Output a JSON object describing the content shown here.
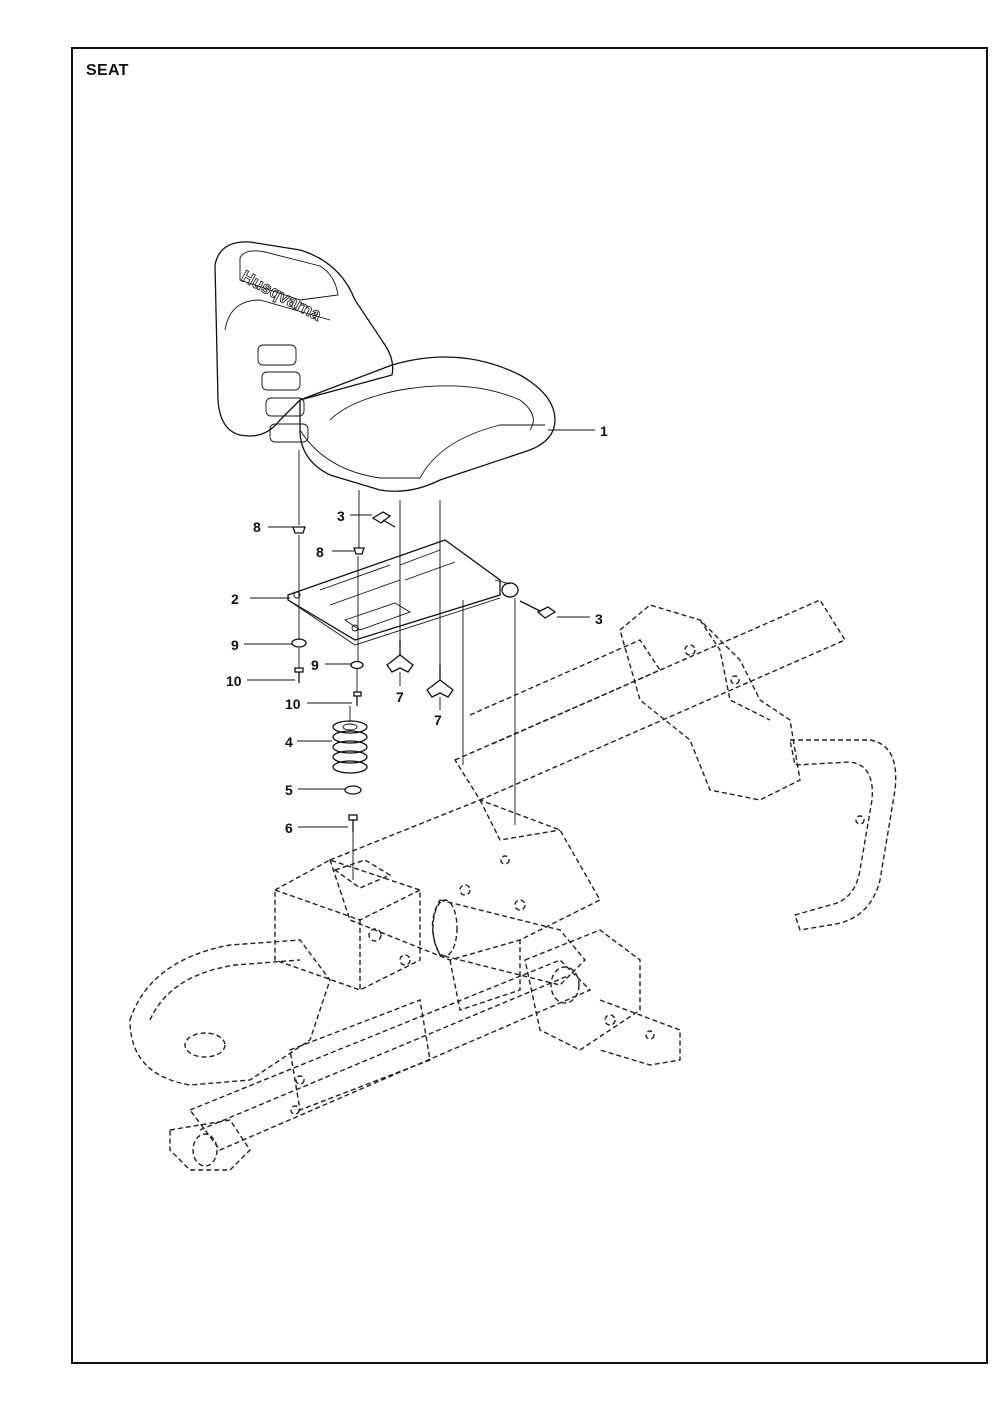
{
  "page": {
    "title": "SEAT"
  },
  "seat": {
    "brand_text": "Husqvarna"
  },
  "callouts": [
    {
      "id": "c1",
      "label": "1"
    },
    {
      "id": "c2",
      "label": "2"
    },
    {
      "id": "c3a",
      "label": "3"
    },
    {
      "id": "c3b",
      "label": "3"
    },
    {
      "id": "c4",
      "label": "4"
    },
    {
      "id": "c5",
      "label": "5"
    },
    {
      "id": "c6",
      "label": "6"
    },
    {
      "id": "c7a",
      "label": "7"
    },
    {
      "id": "c7b",
      "label": "7"
    },
    {
      "id": "c8a",
      "label": "8"
    },
    {
      "id": "c8b",
      "label": "8"
    },
    {
      "id": "c9a",
      "label": "9"
    },
    {
      "id": "c9b",
      "label": "9"
    },
    {
      "id": "c10a",
      "label": "10"
    },
    {
      "id": "c10b",
      "label": "10"
    }
  ]
}
